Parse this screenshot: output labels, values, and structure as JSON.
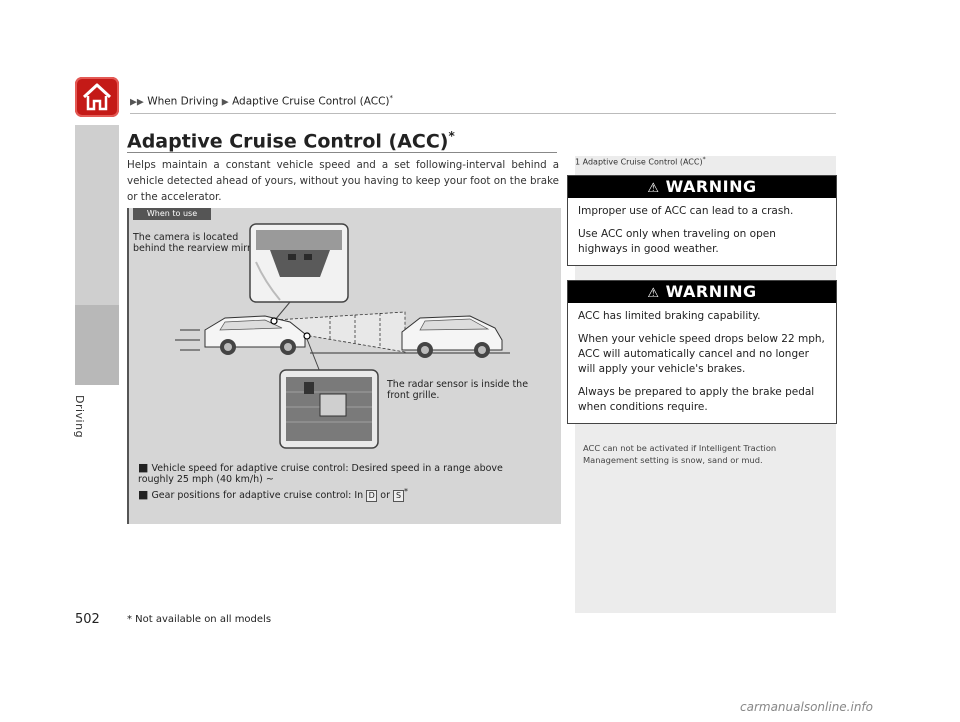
{
  "header": {
    "breadcrumb": [
      {
        "arrow": "▶▶",
        "label": "When Driving"
      },
      {
        "arrow": "▶",
        "label": "Adaptive Cruise Control (ACC)",
        "sup": "*"
      }
    ]
  },
  "side_tab": {
    "label": "Driving"
  },
  "main": {
    "title": "Adaptive Cruise Control (ACC)",
    "title_sup": "*",
    "intro": "Helps maintain a constant vehicle speed and a set following-interval behind a vehicle detected ahead of yours, without you having to keep your foot on the brake or the accelerator.",
    "when_to_use_tab": "When to use",
    "camera_caption": "The camera is located behind the rearview mirror.",
    "radar_caption": "The radar sensor is inside the front grille.",
    "bullets": [
      {
        "marker": "■",
        "text": "Vehicle speed for adaptive cruise control: Desired speed in a range above roughly 25 mph (40 km/h) ~"
      },
      {
        "marker": "■",
        "text_before": "Gear positions for adaptive cruise control: In",
        "key1": "D",
        "mid": "or",
        "key2": "S",
        "sup": "*"
      }
    ]
  },
  "sidebar_note": {
    "heading_marker": "1",
    "heading": "Adaptive Cruise Control (ACC)",
    "heading_sup": "*",
    "warnings": [
      {
        "label": "WARNING",
        "icon": "warning-triangle-icon",
        "paragraphs": [
          "Improper use of ACC can lead to a crash.",
          "Use ACC only when traveling on open highways in good weather."
        ]
      },
      {
        "label": "WARNING",
        "icon": "warning-triangle-icon",
        "paragraphs": [
          "ACC has limited braking capability.",
          "When your vehicle speed drops below 22 mph, ACC will automatically cancel and no longer will apply your vehicle's brakes.",
          "Always be prepared to apply the brake pedal when conditions require."
        ]
      }
    ],
    "note": "ACC can not be activated if Intelligent Traction Management setting is snow, sand or mud."
  },
  "footer": {
    "page_number": "502",
    "footnote": "* Not available on all models",
    "watermark": "carmanualsonline.info"
  },
  "colors": {
    "home_red": "#c41a17",
    "panel_gray": "#d6d6d6",
    "warning_black": "#000000"
  }
}
